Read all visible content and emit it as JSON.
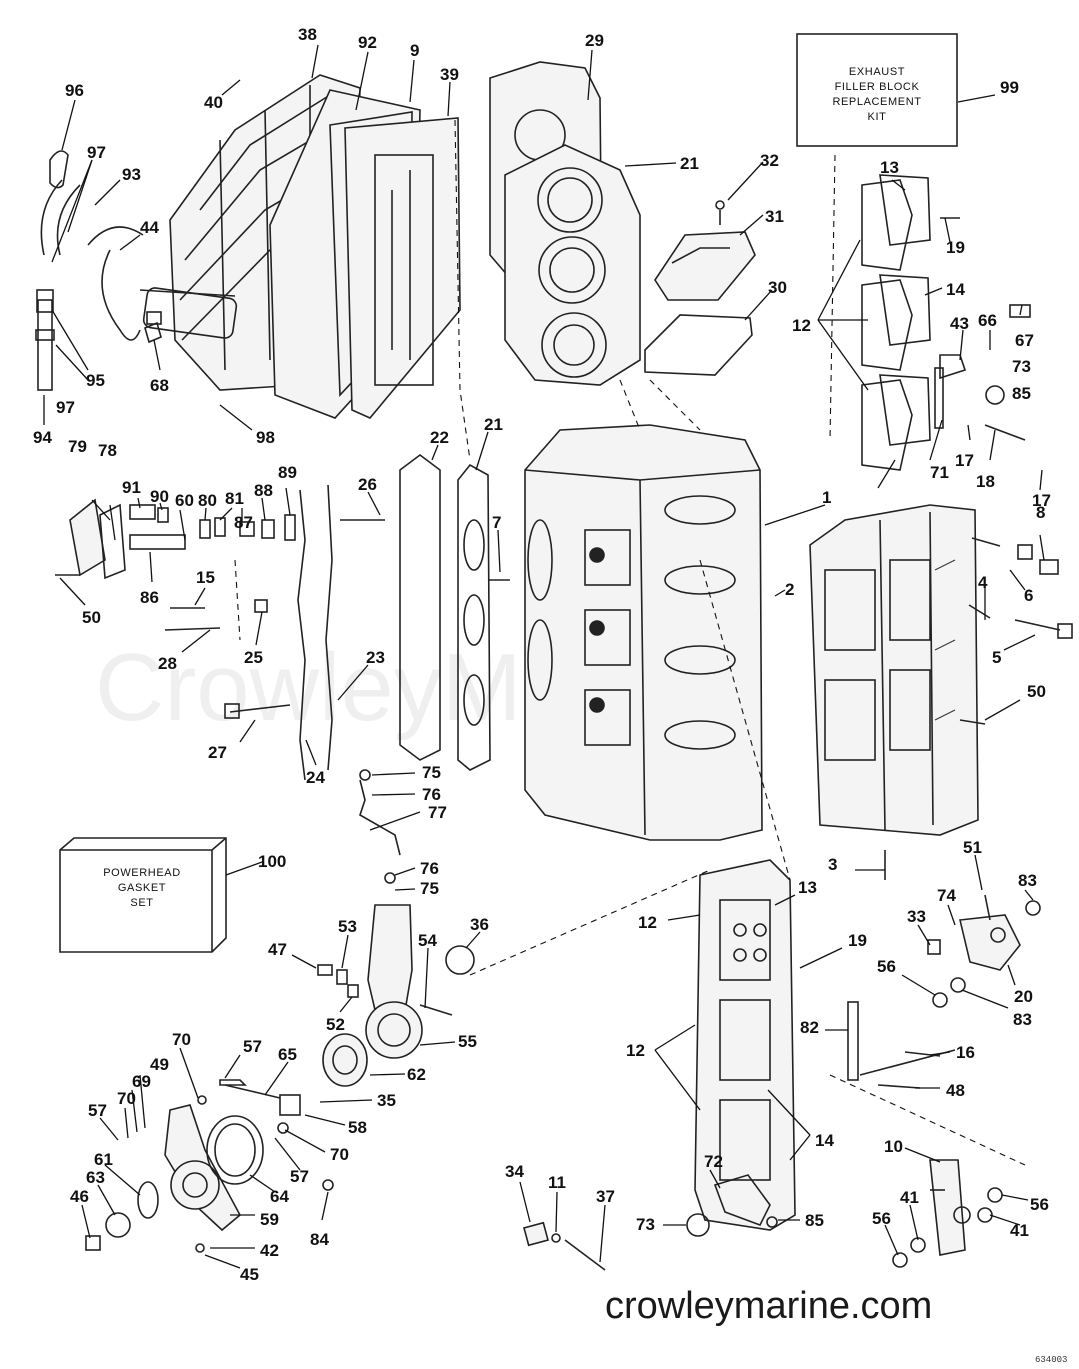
{
  "kits": {
    "exhaust": {
      "line1": "EXHAUST",
      "line2": "FILLER BLOCK",
      "line3": "REPLACEMENT",
      "line4": "KIT",
      "callout": "99"
    },
    "gasket": {
      "line1": "POWERHEAD",
      "line2": "GASKET",
      "line3": "SET",
      "callout": "100"
    }
  },
  "watermark": "CrowleyMarine",
  "website": "crowleymarine.com",
  "drawing_code": "634003",
  "callouts": [
    "96",
    "97",
    "93",
    "44",
    "95",
    "97",
    "94",
    "68",
    "40",
    "38",
    "92",
    "9",
    "39",
    "98",
    "29",
    "21",
    "32",
    "31",
    "30",
    "13",
    "19",
    "14",
    "12",
    "43",
    "66",
    "67",
    "73",
    "85",
    "71",
    "17",
    "18",
    "17",
    "79",
    "78",
    "91",
    "90",
    "60",
    "80",
    "81",
    "87",
    "88",
    "89",
    "86",
    "50",
    "15",
    "28",
    "25",
    "26",
    "22",
    "21",
    "7",
    "2",
    "1",
    "8",
    "6",
    "4",
    "5",
    "50",
    "23",
    "27",
    "24",
    "75",
    "76",
    "77",
    "76",
    "75",
    "100",
    "47",
    "53",
    "52",
    "54",
    "36",
    "55",
    "13",
    "12",
    "19",
    "3",
    "51",
    "83",
    "74",
    "33",
    "20",
    "56",
    "83",
    "82",
    "16",
    "48",
    "12",
    "14",
    "70",
    "57",
    "49",
    "69",
    "70",
    "57",
    "65",
    "62",
    "35",
    "58",
    "70",
    "57",
    "61",
    "63",
    "46",
    "64",
    "59",
    "42",
    "45",
    "84",
    "34",
    "11",
    "37",
    "72",
    "73",
    "85",
    "10",
    "41",
    "56",
    "41",
    "56",
    "99"
  ]
}
